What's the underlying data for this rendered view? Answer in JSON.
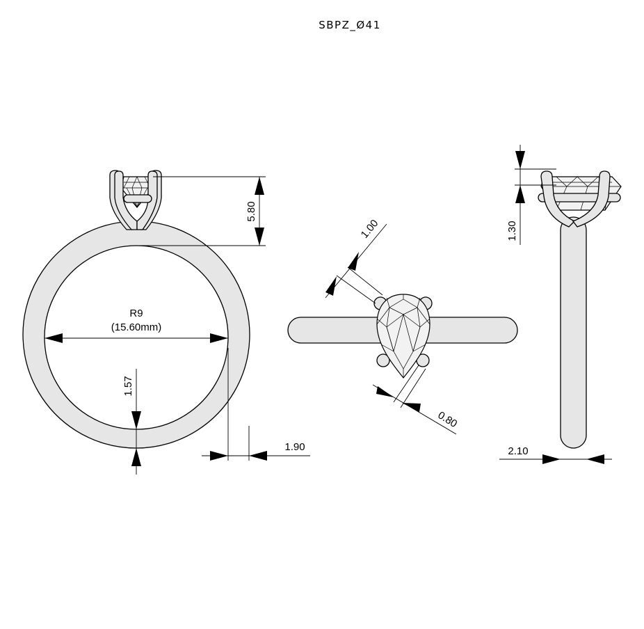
{
  "drawing": {
    "title": "SBPZ_Ø41",
    "colors": {
      "metal": "#e6e6e6",
      "stone": "#f2f2f2",
      "line": "#000000"
    },
    "front_view": {
      "ring_size": "R9",
      "inner_diameter": "(15.60mm)",
      "head_height": "5.80",
      "shank_thickness": "1.57",
      "shank_width": "1.90"
    },
    "top_view": {
      "prong_width": "1.00",
      "prong_gap": "0.80"
    },
    "side_view": {
      "stone_height": "1.30",
      "shank_width": "2.10"
    }
  }
}
